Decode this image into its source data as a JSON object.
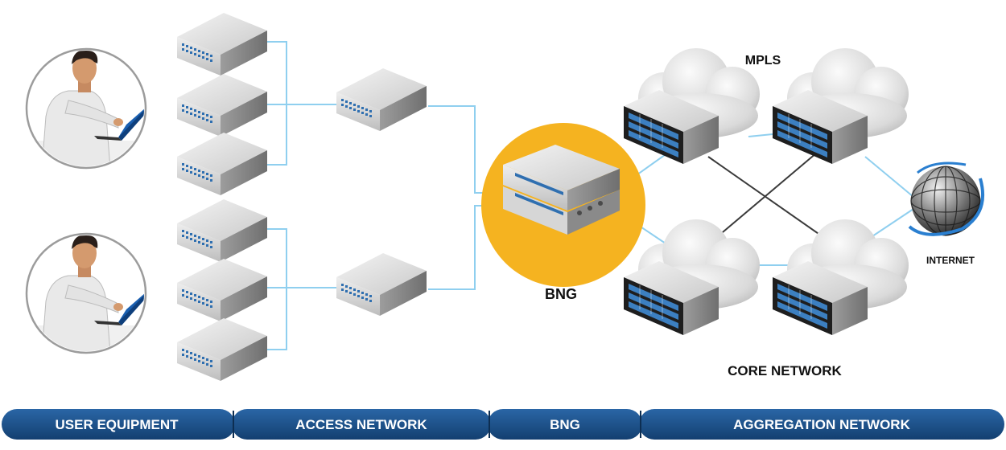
{
  "labels": {
    "mpls": "MPLS",
    "bng": "BNG",
    "core_network": "CORE NETWORK",
    "internet": "INTERNET"
  },
  "bands": [
    {
      "label": "USER EQUIPMENT"
    },
    {
      "label": "ACCESS NETWORK"
    },
    {
      "label": "BNG"
    },
    {
      "label": "AGGREGATION NETWORK"
    }
  ],
  "colors": {
    "link": "#8fcfef",
    "core_link": "#3a3a3a",
    "bng_circle": "#f5b320",
    "band": "#1c4f86",
    "band_dark": "#123a66"
  },
  "icons": [
    "user-laptop-icon",
    "switch-icon",
    "router-icon",
    "bng-device-icon",
    "cloud-router-icon",
    "globe-icon"
  ]
}
